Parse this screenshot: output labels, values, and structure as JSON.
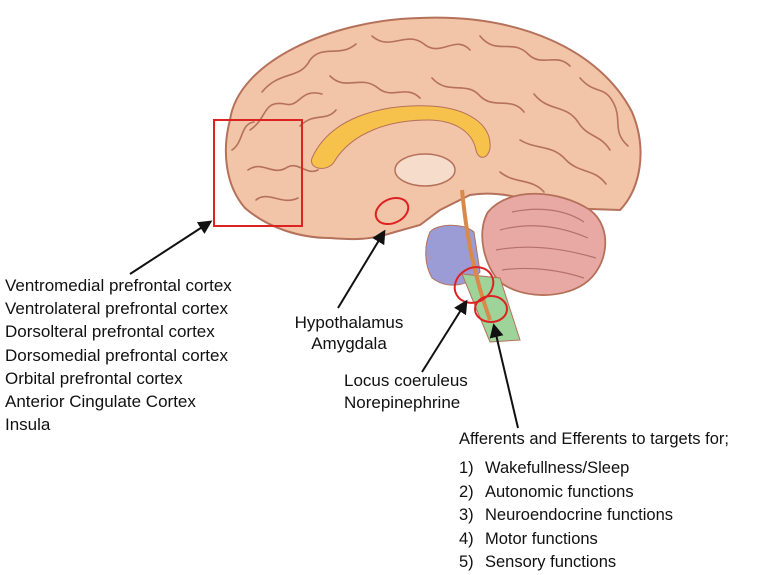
{
  "colors": {
    "cortex": "#f2c4a8",
    "cortex_outline": "#b5715a",
    "corpus_callosum": "#f6c24c",
    "cerebellum": "#e8a8a4",
    "pons": "#9b9bd6",
    "medulla": "#9ed39a",
    "highlight_red": "#dd2222",
    "tract_orange": "#d98a4a"
  },
  "pfc_regions": [
    "Ventromedial prefrontal cortex",
    "Ventrolateral prefrontal cortex",
    "Dorsolteral prefrontal cortex",
    "Dorsomedial prefrontal cortex",
    "Orbital prefrontal cortex",
    "Anterior Cingulate Cortex",
    "Insula"
  ],
  "hypothalamus_label": [
    "Hypothalamus",
    "Amygdala"
  ],
  "locus_label": [
    "Locus coeruleus",
    "Norepinephrine"
  ],
  "afferents": {
    "heading": "Afferents and Efferents to targets for;",
    "items": [
      {
        "num": "1)",
        "text": "Wakefullness/Sleep"
      },
      {
        "num": "2)",
        "text": "Autonomic functions"
      },
      {
        "num": "3)",
        "text": "Neuroendocrine functions"
      },
      {
        "num": "4)",
        "text": "Motor functions"
      },
      {
        "num": "5)",
        "text": "Sensory functions"
      }
    ]
  }
}
